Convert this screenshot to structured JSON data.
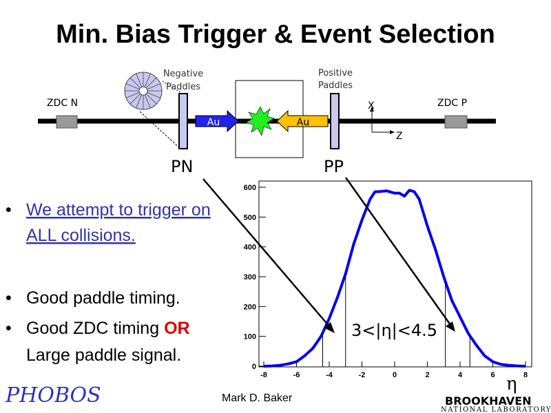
{
  "title": "Min. Bias Trigger & Event Selection",
  "diagram": {
    "zdc_n": "ZDC N",
    "zdc_p": "ZDC P",
    "neg_paddles": [
      "Negative",
      "Paddles"
    ],
    "pos_paddles": [
      "Positive",
      "Paddles"
    ],
    "au_left": "Au",
    "au_right": "Au",
    "pn": "PN",
    "pp": "PP",
    "axis_x": "X",
    "axis_z": "Z"
  },
  "bullets": [
    {
      "lines": [
        "We attempt to trigger on",
        "ALL collisions."
      ],
      "color": "#3333aa"
    },
    {
      "lines": [
        "Good paddle timing."
      ]
    },
    {
      "lines": [
        "Good ZDC timing ",
        "OR",
        "Large paddle signal."
      ]
    }
  ],
  "annotation": "3<|η|<4.5",
  "footer": {
    "author": "Mark D. Baker",
    "logo_left": "PHOBOS",
    "logo_right": [
      "BROOKHAVEN",
      "NATIONAL LABORATORY"
    ],
    "xlabel": "η"
  },
  "chart_data": {
    "type": "line",
    "xlabel": "η",
    "ylabel": "",
    "xlim": [
      -8,
      8
    ],
    "ylim": [
      0,
      600
    ],
    "xticks": [
      -8,
      -6,
      -4,
      -2,
      0,
      2,
      4,
      6,
      8
    ],
    "yticks": [
      0,
      100,
      200,
      300,
      400,
      500,
      600
    ],
    "x": [
      -8,
      -7.5,
      -7,
      -6.5,
      -6,
      -5.5,
      -5,
      -4.5,
      -4,
      -3.5,
      -3,
      -2.5,
      -2,
      -1.5,
      -1.2,
      -1,
      -0.5,
      0,
      0.3,
      0.6,
      0.9,
      1.2,
      1.5,
      2,
      2.5,
      3,
      3.5,
      4,
      4.5,
      5,
      5.5,
      6,
      6.5,
      7,
      7.5,
      8
    ],
    "y": [
      0,
      1,
      3,
      8,
      15,
      35,
      60,
      100,
      160,
      230,
      310,
      410,
      490,
      560,
      585,
      585,
      588,
      580,
      580,
      570,
      590,
      585,
      560,
      470,
      390,
      300,
      220,
      165,
      110,
      70,
      35,
      15,
      6,
      3,
      1,
      0
    ],
    "cut_lines": [
      -4.4,
      -3.0,
      3.1,
      4.6
    ],
    "series_color": "#0000ee"
  }
}
